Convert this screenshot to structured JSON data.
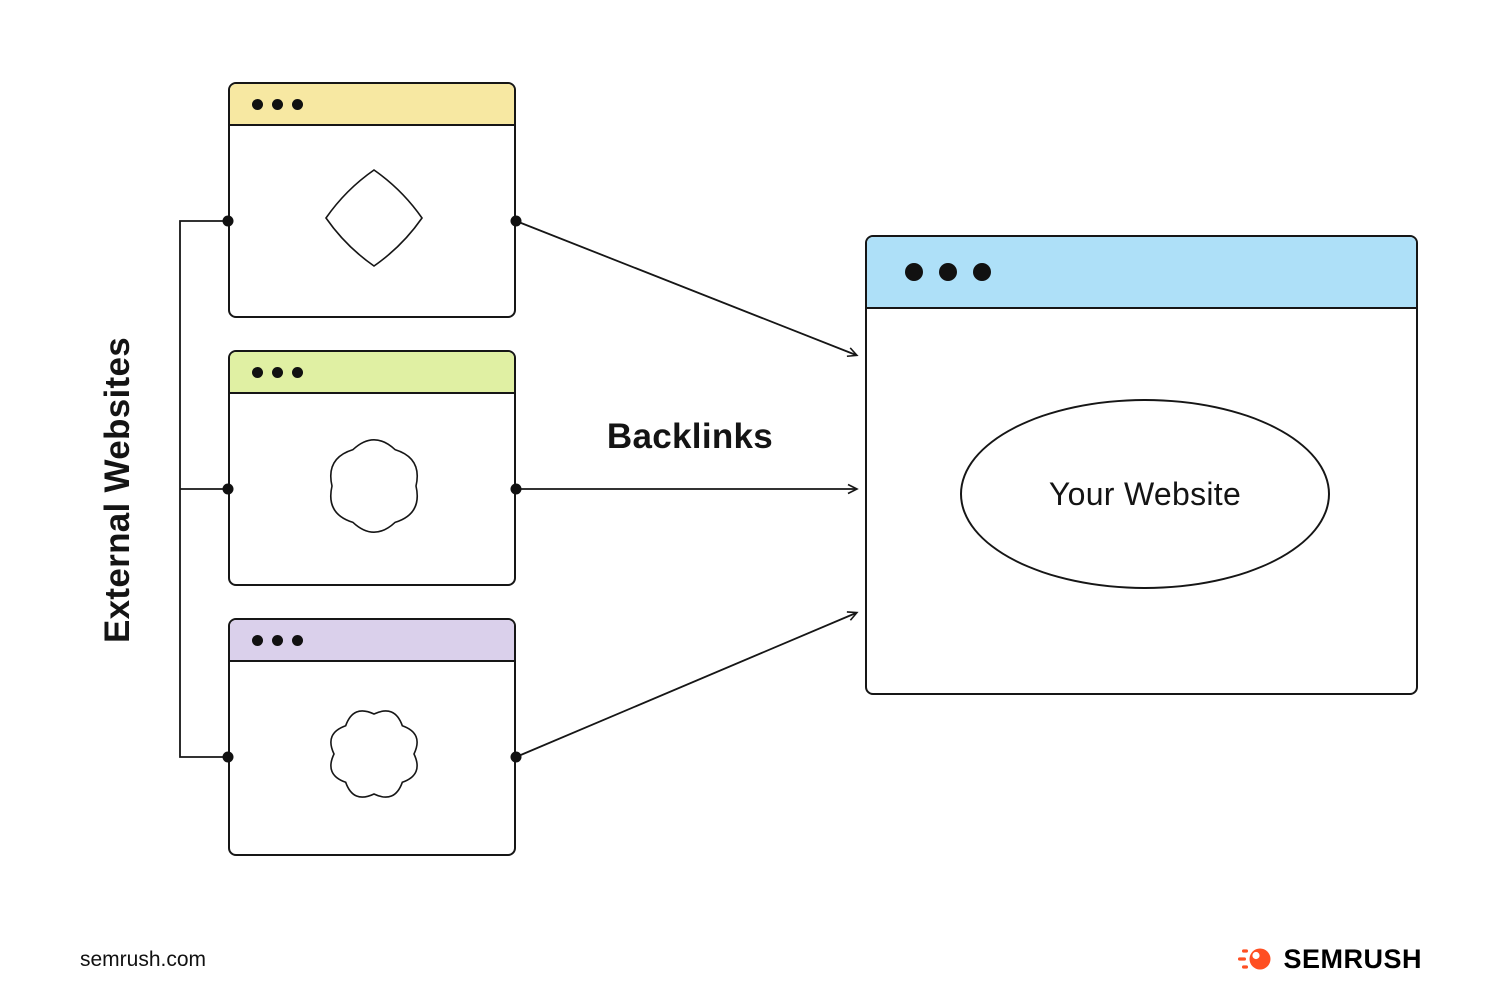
{
  "diagram": {
    "left_label": "External Websites",
    "arrow_label": "Backlinks",
    "target_label": "Your Website"
  },
  "windows": [
    {
      "name": "external-website-1",
      "header_color": "#F7E8A2",
      "shape_icon": "four-point-blob-icon"
    },
    {
      "name": "external-website-2",
      "header_color": "#E0F0A3",
      "shape_icon": "six-point-blob-icon"
    },
    {
      "name": "external-website-3",
      "header_color": "#DAD0EB",
      "shape_icon": "eight-point-blob-icon"
    }
  ],
  "target_window": {
    "name": "your-website-window",
    "header_color": "#AEE0F8"
  },
  "footer": {
    "site": "semrush.com",
    "brand": "SEMRUSH",
    "brand_color": "#FF4F22"
  },
  "colors": {
    "stroke": "#161616",
    "background": "#FFFFFF"
  }
}
